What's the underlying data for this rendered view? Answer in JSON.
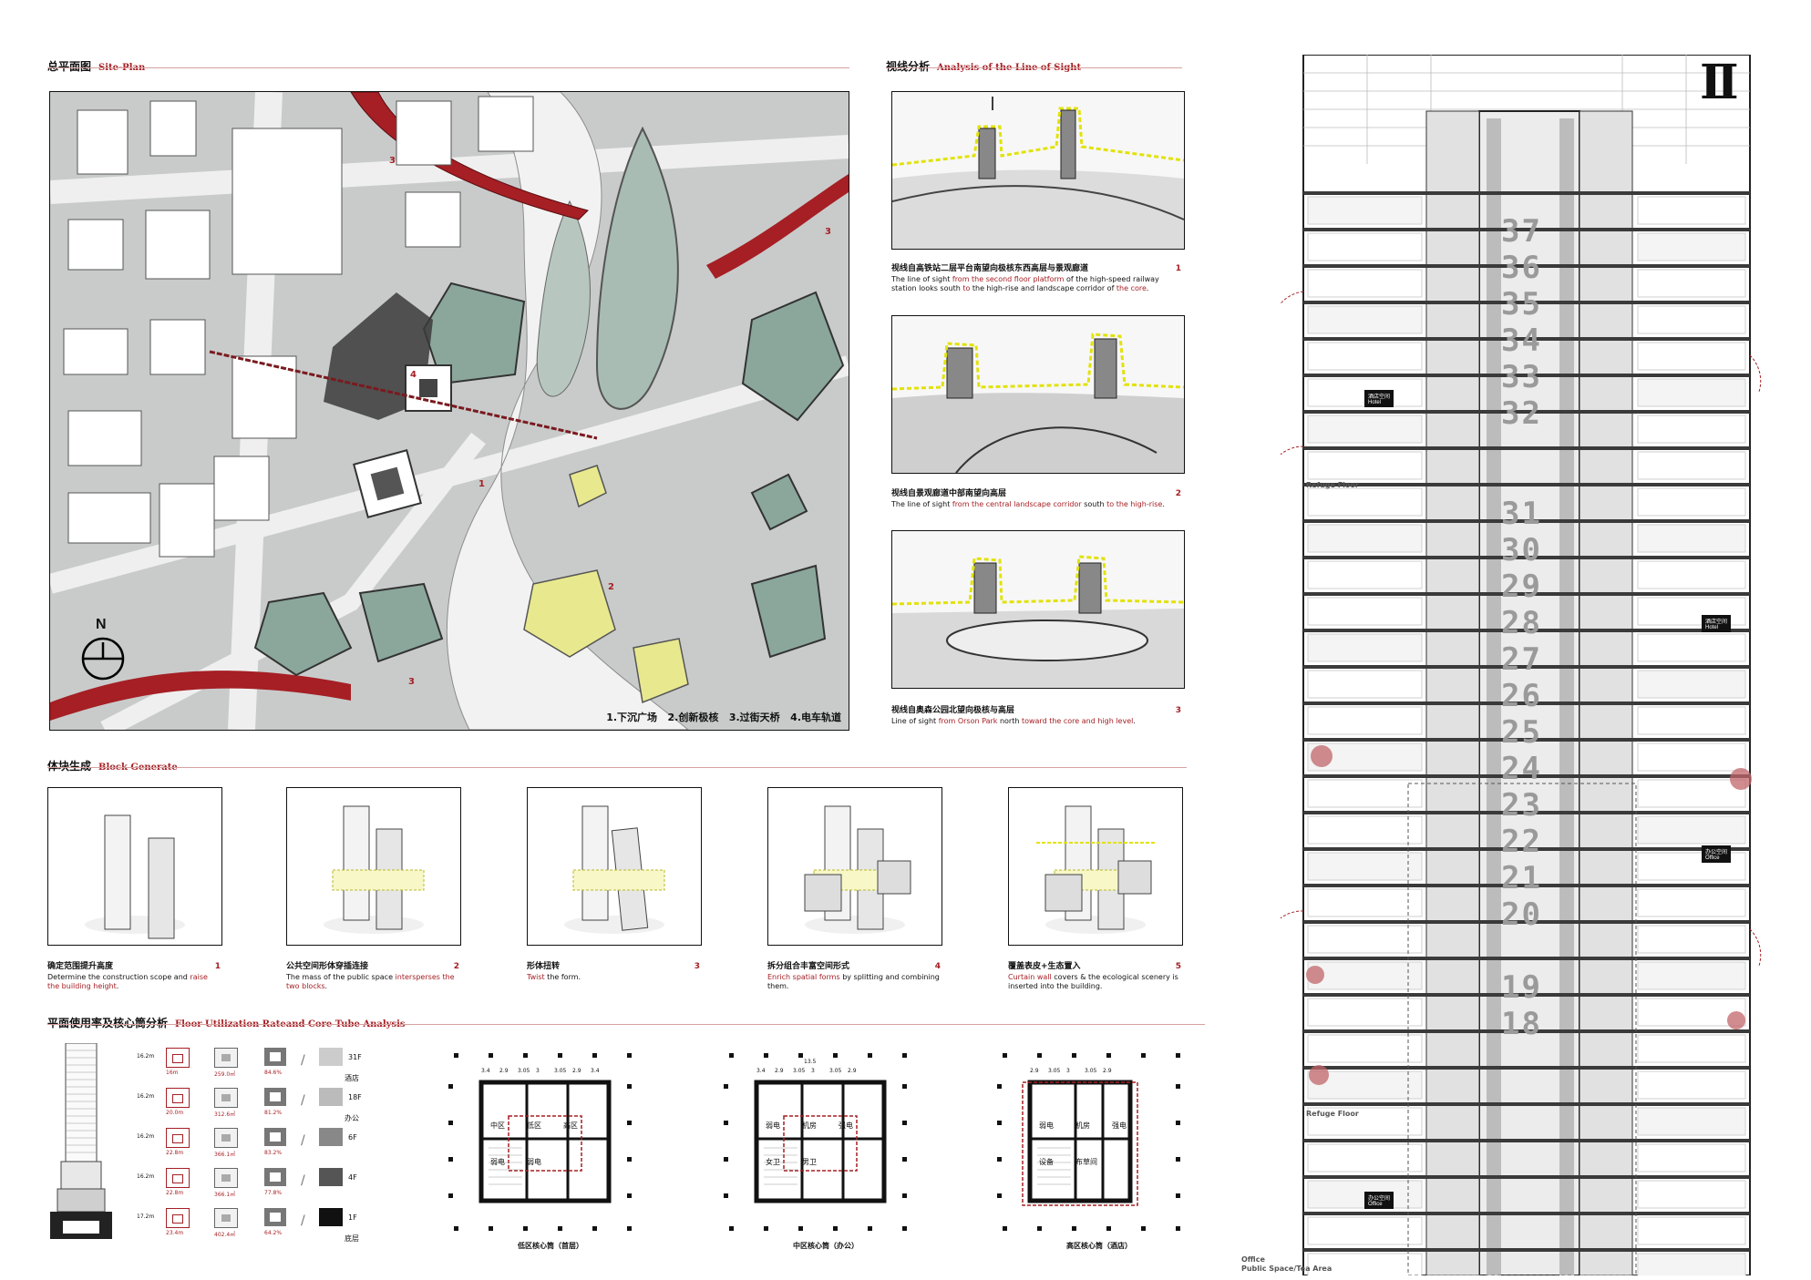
{
  "site_plan": {
    "title_zh": "总平面图",
    "title_en": "Site-Plan",
    "north": "N",
    "legend": "1.下沉广场   2.创新极核   3.过街天桥   4.电车轨道",
    "markers": [
      "1",
      "2",
      "3",
      "3",
      "3",
      "4"
    ]
  },
  "line_of_sight": {
    "title_zh": "视线分析",
    "title_en": "Analysis of the Line of Sight",
    "items": [
      {
        "zh": "视线自高铁站二层平台南望向极核东西高层与景观廊道",
        "num": "1",
        "en_parts": [
          "The line of sight ",
          "from the second floor platform",
          " of the high-speed railway station looks south ",
          "to",
          " the high-rise and landscape corridor of ",
          "the core",
          "."
        ]
      },
      {
        "zh": "视线自景观廊道中部南望向高层",
        "num": "2",
        "en_parts": [
          "The line of sight ",
          "from the central landscape corridor",
          " south ",
          "to the high-rise",
          "."
        ]
      },
      {
        "zh": "视线自奥森公园北望向极核与高层",
        "num": "3",
        "en_parts": [
          "Line of sight ",
          "from Orson Park",
          " north ",
          "toward the core and high level",
          "."
        ]
      }
    ]
  },
  "block_generate": {
    "title_zh": "体块生成",
    "title_en": "Block Generate",
    "steps": [
      {
        "zh": "确定范围提升高度",
        "num": "1",
        "en_a": "Determine the construction scope and ",
        "en_red": "raise the building height",
        "en_b": "."
      },
      {
        "zh": "公共空间形体穿插连接",
        "num": "2",
        "en_a": "The mass of the public space ",
        "en_red": "intersperses the two blocks",
        "en_b": "."
      },
      {
        "zh": "形体扭转",
        "num": "3",
        "en_a": "",
        "en_red": "Twist",
        "en_b": " the form."
      },
      {
        "zh": "拆分组合丰富空间形式",
        "num": "4",
        "en_a": "",
        "en_red": "Enrich spatial forms",
        "en_b": " by splitting and combining them."
      },
      {
        "zh": "覆盖表皮+生态置入",
        "num": "5",
        "en_a": "",
        "en_red": "Curtain wall",
        "en_b": " covers & the ecological scenery is inserted into the building."
      }
    ]
  },
  "floor_util": {
    "title_zh": "平面使用率及核心筒分析",
    "title_en": "Floor Utilization Rateand Core Tube Analysis",
    "rows": [
      {
        "h": "16.2m",
        "dim": "16m",
        "area": "259.0㎡",
        "pct": "84.6%",
        "floor": "31F",
        "zone": "酒店"
      },
      {
        "h": "16.2m",
        "dim": "20.0m",
        "area": "312.6㎡",
        "pct": "81.2%",
        "floor": "18F",
        "zone": "办公"
      },
      {
        "h": "16.2m",
        "dim": "22.8m",
        "area": "366.1㎡",
        "pct": "83.2%",
        "floor": "6F",
        "zone": ""
      },
      {
        "h": "16.2m",
        "dim": "22.8m",
        "area": "366.1㎡",
        "pct": "77.8%",
        "floor": "4F",
        "zone": ""
      },
      {
        "h": "17.2m",
        "dim": "23.4m",
        "area": "402.4㎡",
        "pct": "64.2%",
        "floor": "1F",
        "zone": "底层"
      }
    ],
    "slash": "/",
    "plans": [
      {
        "title": "低区核心筒（首层）",
        "dims": [
          "3.4",
          "2.9",
          "3.05",
          "3",
          "3.05",
          "2.9",
          "3.4"
        ],
        "rooms": [
          "中区",
          "低区",
          "高区",
          "弱电",
          "弱电"
        ]
      },
      {
        "title": "中区核心筒（办公）",
        "dims": [
          "3.4",
          "2.9",
          "3.05",
          "3",
          "3.05",
          "2.9"
        ],
        "top_dim": "13.5",
        "rooms": [
          "弱电",
          "机房",
          "强电",
          "女卫",
          "男卫"
        ]
      },
      {
        "title": "高区核心筒（酒店）",
        "dims": [
          "2.9",
          "3.05",
          "3",
          "3.05",
          "2.9"
        ],
        "rooms": [
          "弱电",
          "机房",
          "强电",
          "设备",
          "布草间"
        ]
      }
    ]
  },
  "section": {
    "mark": "II",
    "floors": [
      "37",
      "36",
      "35",
      "34",
      "33",
      "32",
      "31",
      "30",
      "29",
      "28",
      "27",
      "26",
      "25",
      "24",
      "23",
      "22",
      "21",
      "20",
      "19",
      "18"
    ],
    "refuge_label": "Refuge Floor",
    "bottom_labels": [
      "Office",
      "Public Space/Tea Area"
    ],
    "signs": [
      {
        "zh": "酒店空间",
        "en": "Hotel"
      },
      {
        "zh": "酒店空间",
        "en": "Hotel"
      },
      {
        "zh": "办公空间",
        "en": "Office"
      },
      {
        "zh": "办公空间",
        "en": "Office"
      }
    ]
  },
  "colors": {
    "accent": "#a51f24",
    "road": "#d9d9d9",
    "water": "#9db5ad",
    "highlight": "#e8e88f"
  }
}
